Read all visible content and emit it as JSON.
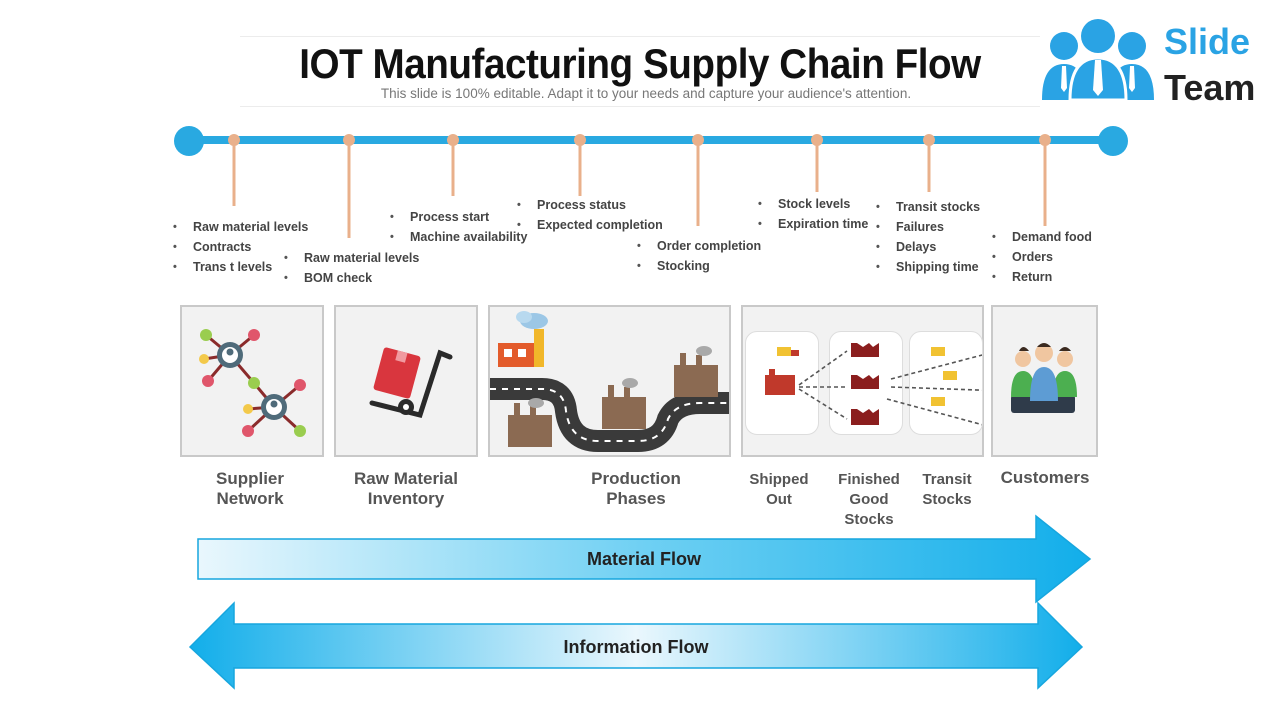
{
  "header": {
    "title": "IOT Manufacturing Supply Chain Flow",
    "subtitle": "This slide is 100% editable. Adapt it to your needs and capture your audience's attention."
  },
  "logo": {
    "word1": "Slide",
    "word2": "Team",
    "icon": "team-people-icon",
    "color": "#2aa3e4"
  },
  "timeline": {
    "color": "#29a9e1",
    "pin_color": "#e9b08b",
    "groups": [
      {
        "items": [
          "Raw material levels",
          "Contracts",
          "Trans t levels"
        ]
      },
      {
        "items": [
          "Raw material levels",
          "BOM check"
        ]
      },
      {
        "items": [
          "Process start",
          "Machine availability"
        ]
      },
      {
        "items": [
          "Process status",
          "Expected completion"
        ]
      },
      {
        "items": [
          "Order completion",
          "Stocking"
        ]
      },
      {
        "items": [
          "Stock levels",
          "Expiration time"
        ]
      },
      {
        "items": [
          "Transit stocks",
          "Failures",
          "Delays",
          "Shipping time"
        ]
      },
      {
        "items": [
          "Demand food",
          "Orders",
          "Return"
        ]
      }
    ]
  },
  "stages": {
    "supplier": "Supplier\nNetwork",
    "raw_material": "Raw Material\nInventory",
    "production": "Production\nPhases",
    "shipped": "Shipped\nOut",
    "finished": "Finished\nGood Stocks",
    "transit": "Transit\nStocks",
    "customers": "Customers"
  },
  "flows": {
    "material": "Material Flow",
    "information": "Information Flow",
    "arrow_color": "#1fb3ec"
  }
}
